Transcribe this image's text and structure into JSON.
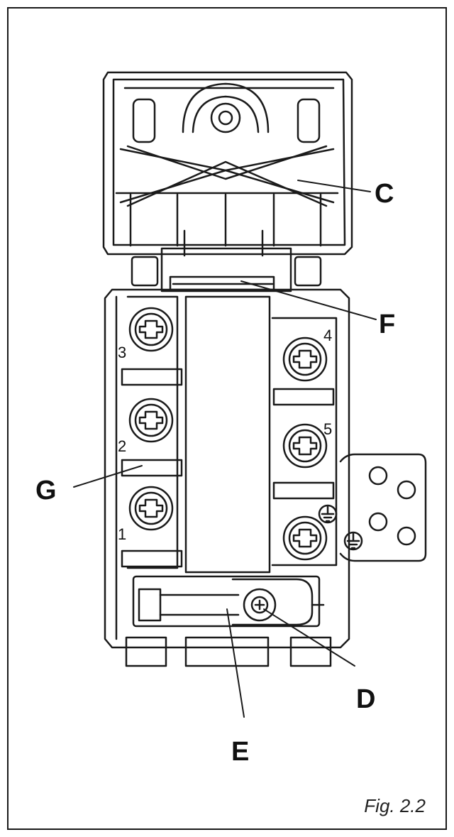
{
  "figure": {
    "caption": "Fig. 2.2"
  },
  "callouts": {
    "c": "C",
    "f": "F",
    "g": "G",
    "d": "D",
    "e": "E"
  },
  "terminals": {
    "t1": "1",
    "t2": "2",
    "t3": "3",
    "t4": "4",
    "t5": "5"
  },
  "colors": {
    "line": "#1a1a1a",
    "background": "#ffffff"
  }
}
